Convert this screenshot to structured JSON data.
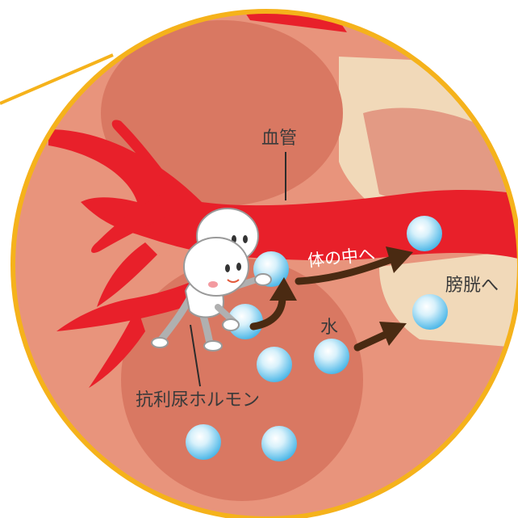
{
  "labels": {
    "blood_vessel": "血管",
    "to_body": "体の中へ",
    "to_bladder": "膀胱へ",
    "water": "水",
    "hormone": "抗利尿ホルモン"
  },
  "colors": {
    "frame": "#f5b21b",
    "tissue_dark": "#d97862",
    "tissue_light": "#e8947c",
    "cream": "#f1d9b9",
    "vessel": "#e8202a",
    "arrow": "#4a2a12",
    "droplet": "#47b7e8"
  },
  "droplet_count": 8
}
